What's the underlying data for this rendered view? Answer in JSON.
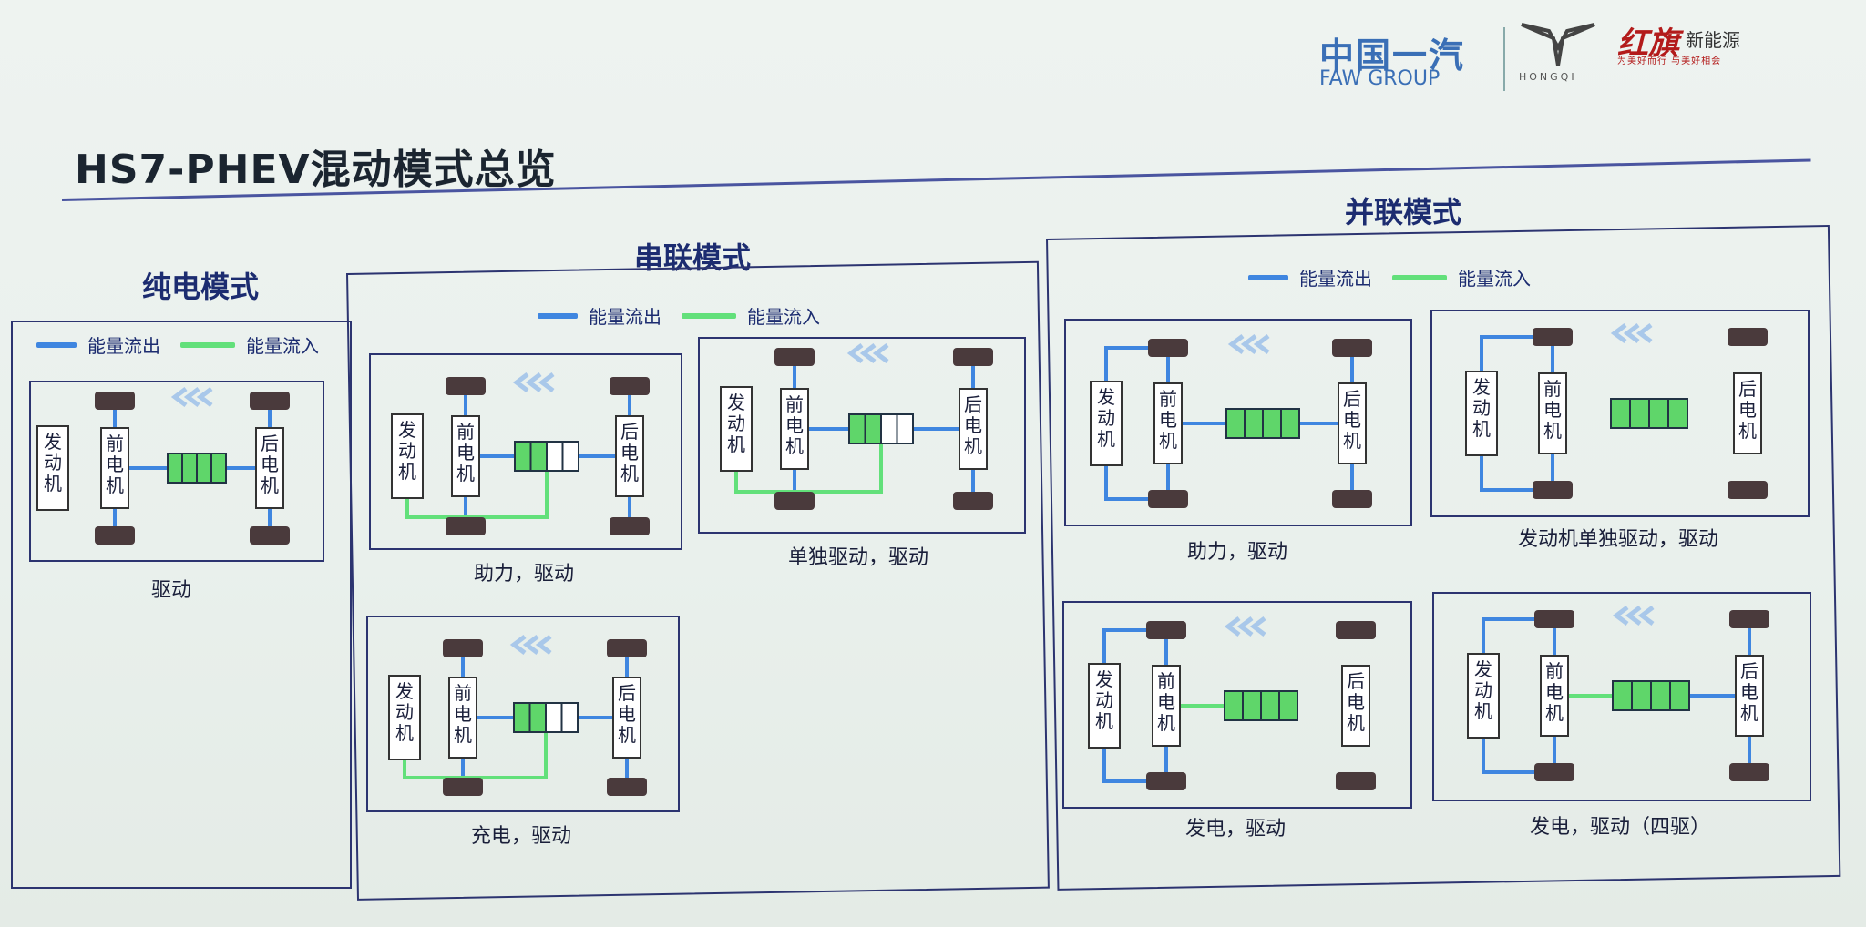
{
  "title": "HS7-PHEV混动模式总览",
  "logo": {
    "faw_cn": "中国一汽",
    "faw_en": "FAW GROUP",
    "hq_en": "HONGQI",
    "hq_cn": "红旗",
    "hq_new": "新能源",
    "hq_slogan": "为美好而行 与美好相会"
  },
  "legend": {
    "out": "能量流出",
    "in": "能量流入"
  },
  "colors": {
    "out": "#3f86e0",
    "in": "#62e07a",
    "wheel": "#4a3a3c",
    "frame": "#2c3470"
  },
  "parts": {
    "engine": [
      "发",
      "动",
      "机"
    ],
    "engine_small": [
      "发动",
      "机"
    ],
    "front": [
      "前",
      "电",
      "机"
    ],
    "rear": [
      "后",
      "电",
      "机"
    ]
  },
  "sections": {
    "ev": {
      "title": "纯电模式",
      "captions": [
        "驱动"
      ]
    },
    "series": {
      "title": "串联模式",
      "captions": [
        "助力，驱动",
        "单独驱动，驱动",
        "充电，驱动"
      ]
    },
    "parallel": {
      "title": "并联模式",
      "captions": [
        "助力，驱动",
        "发动机单独驱动，驱动",
        "发电，驱动",
        "发电，驱动（四驱）"
      ]
    }
  }
}
